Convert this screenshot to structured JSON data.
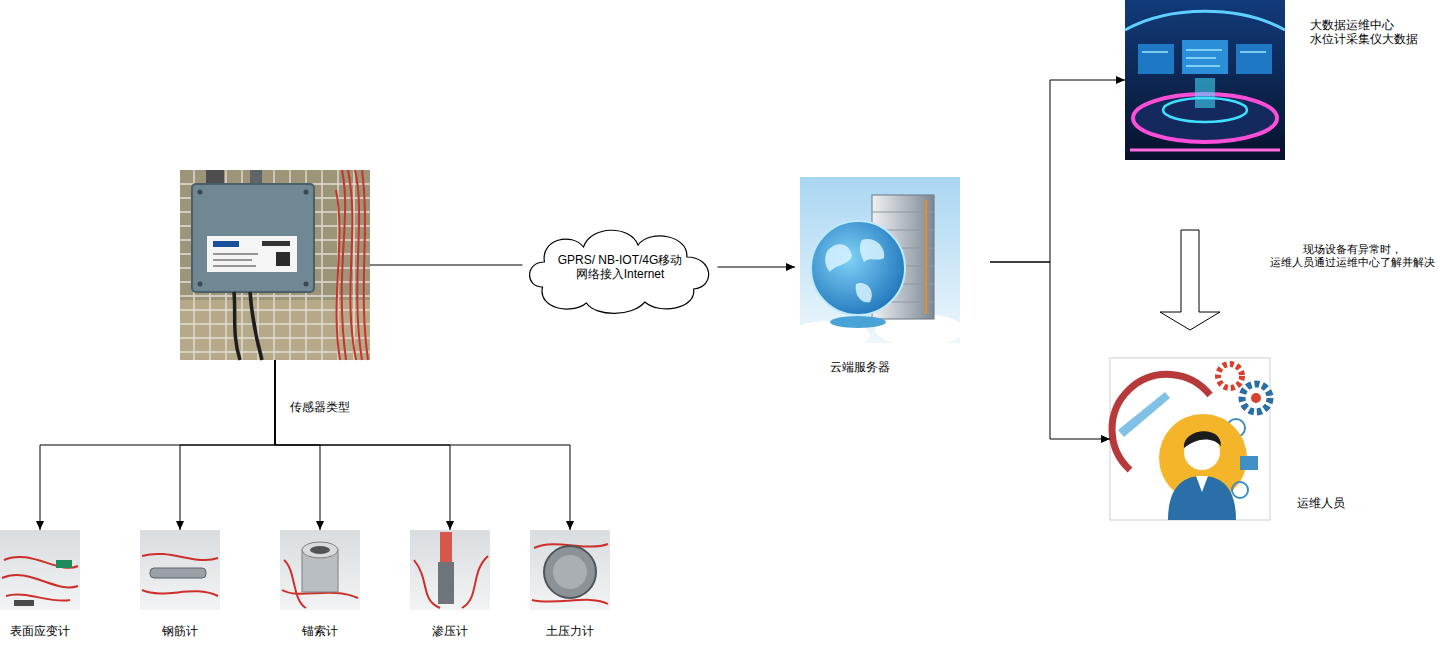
{
  "diagram": {
    "nodes": [
      {
        "text": []
      },
      {
        "text": [
          "GPRS/ NB-IOT/4G移动 网络接入Internet"
        ]
      },
      {
        "text": [
          "云端服务器"
        ]
      },
      {
        "text": [
          "大数据运维中心 水位计采集仪大数据"
        ]
      },
      {
        "text": [
          "运维人员"
        ]
      },
      {
        "text": [
          "表面应变计"
        ]
      },
      {
        "text": [
          "钢筋计"
        ]
      },
      {
        "text": [
          "锚索计"
        ]
      },
      {
        "text": [
          "渗压计"
        ]
      },
      {
        "text": [
          "土压力计"
        ]
      }
    ],
    "edges": [
      {
        "from": 0,
        "to": 1,
        "arrow": "none"
      },
      {
        "from": 1,
        "to": 2,
        "arrow": "to"
      },
      {
        "from": 2,
        "to": 3,
        "arrow": "to"
      },
      {
        "from": 2,
        "to": 4,
        "arrow": "to"
      },
      {
        "from": 3,
        "to": 4,
        "label": "现场设备有异常时， 运维人员通过运维中心了解并解决",
        "arrow": "to"
      },
      {
        "from": 0,
        "to": 5,
        "arrow": "to"
      },
      {
        "from": 0,
        "to": 6,
        "arrow": "to"
      },
      {
        "from": 0,
        "to": 7,
        "arrow": "to"
      },
      {
        "from": 0,
        "to": 8,
        "arrow": "to"
      },
      {
        "from": 0,
        "to": 9,
        "arrow": "to"
      }
    ],
    "labels": [
      "传感器类型"
    ]
  }
}
